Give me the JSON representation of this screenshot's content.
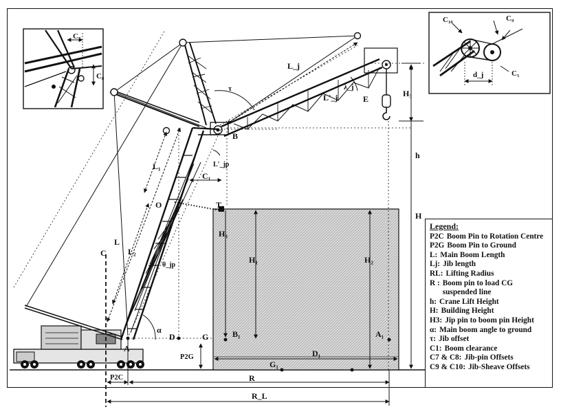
{
  "labels": {
    "A": "A",
    "B": "B",
    "C": "C",
    "D": "D",
    "E": "E",
    "G": "G",
    "O": "O",
    "T1": "T₁",
    "B1": "B₁",
    "A1": "A₁",
    "G1": "G₁",
    "L": "L",
    "L1": "L₁",
    "L2": "L₂",
    "Lj": "L_j",
    "Lprime_j": "L'_j",
    "Lprime_jp": "L'_jp",
    "lambda_j": "λ_j",
    "tau": "τ",
    "alpha": "α",
    "theta_jp": "θ_jp",
    "C1": "C₁",
    "C7": "C₇",
    "C8": "C₈",
    "C9": "C₉",
    "C10": "C₁₀",
    "C5": "C₅",
    "dj": "d_j",
    "H": "H",
    "h": "h",
    "H1": "H₁",
    "H2": "H₂",
    "H3": "H₃",
    "H3_right": "H₃",
    "D1": "D₁",
    "P2G": "P2G",
    "P2C": "P2C",
    "R": "R",
    "RL": "R_L"
  },
  "legend": {
    "title": "Legend:",
    "items": [
      {
        "key": "P2C",
        "desc": "Boom Pin to Rotation Centre"
      },
      {
        "key": "P2G",
        "desc": "Boom Pin to Ground"
      },
      {
        "key": "L:",
        "desc": "Main Boom Length"
      },
      {
        "key": "Lj:",
        "desc": "Jib length"
      },
      {
        "key": "RL:",
        "desc": "Lifting Radius"
      },
      {
        "key": "R :",
        "desc": "Boom pin to load CG suspended line"
      },
      {
        "key": "h:",
        "desc": "Crane Lift Height"
      },
      {
        "key": "H:",
        "desc": "Building Height"
      },
      {
        "key": "H3:",
        "desc": "Jip pin to boom pin Height"
      },
      {
        "key": "α:",
        "desc": "Main boom angle to ground"
      },
      {
        "key": "τ:",
        "desc": "Jib offset"
      },
      {
        "key": "C1:",
        "desc": "Boom clearance"
      },
      {
        "key": "C7 & C8:",
        "desc": "Jib-pin Offsets"
      },
      {
        "key": "C9 & C10:",
        "desc": "Jib-Sheave Offsets"
      }
    ]
  }
}
